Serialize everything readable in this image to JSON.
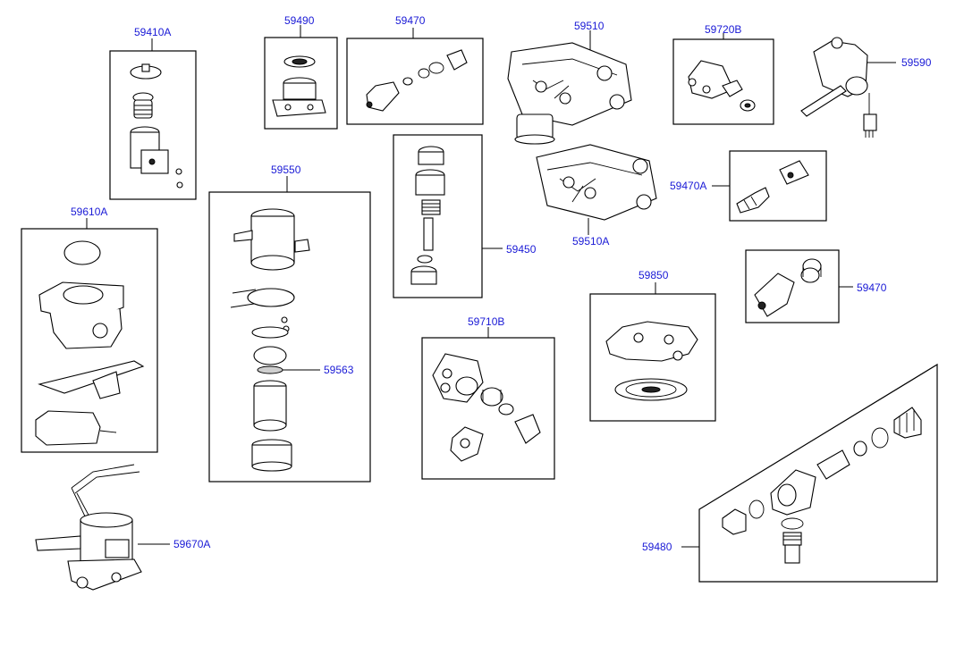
{
  "callouts": {
    "c59410A": "59410A",
    "c59490": "59490",
    "c59470_top": "59470",
    "c59510": "59510",
    "c59720B": "59720B",
    "c59590": "59590",
    "c59610A": "59610A",
    "c59550": "59550",
    "c59450": "59450",
    "c59510A": "59510A",
    "c59470A": "59470A",
    "c59470_right": "59470",
    "c59563": "59563",
    "c59710B": "59710B",
    "c59850": "59850",
    "c59670A": "59670A",
    "c59480": "59480"
  },
  "colors": {
    "callout_text": "#1a1ad6",
    "line": "#000000",
    "background": "#ffffff"
  }
}
